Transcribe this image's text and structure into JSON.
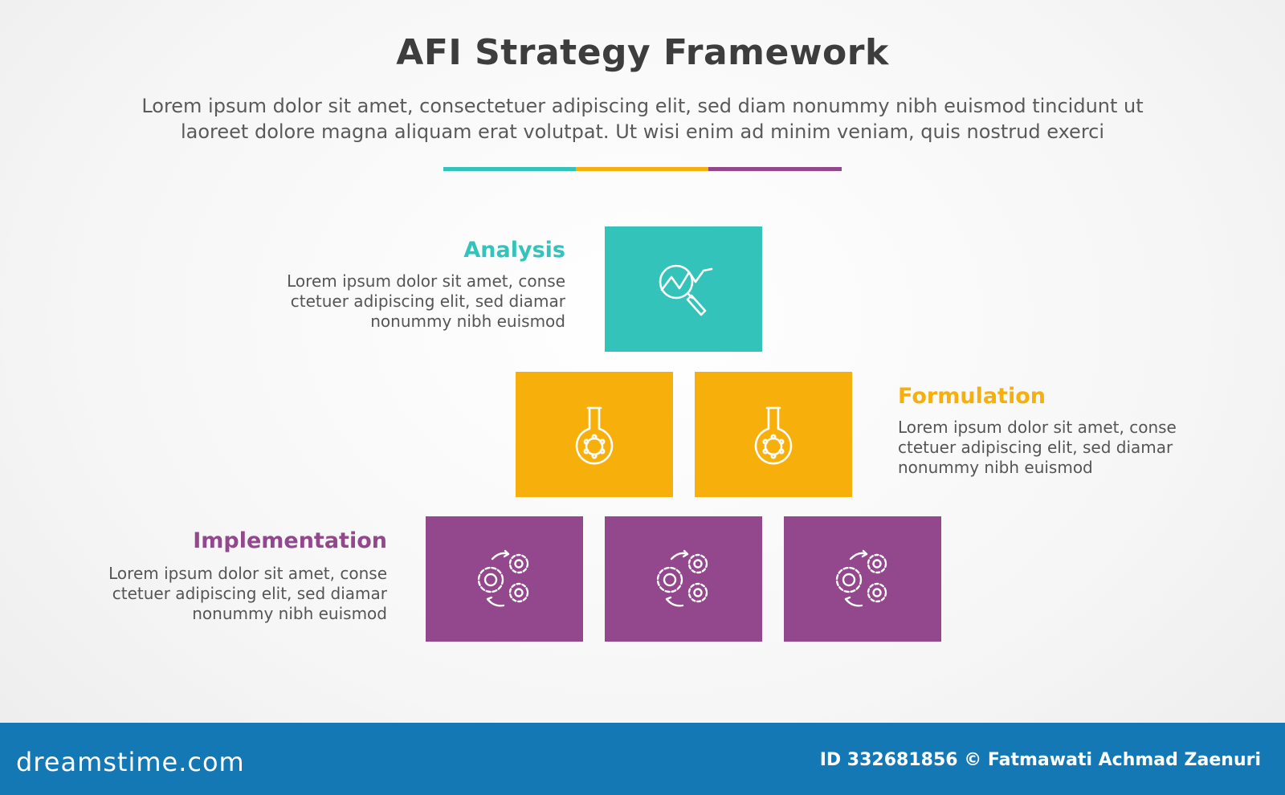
{
  "title": "AFI Strategy Framework",
  "subtitle_line1": "Lorem ipsum dolor sit amet, consectetuer adipiscing elit, sed diam nonummy nibh euismod tincidunt ut",
  "subtitle_line2": "laoreet dolore magna aliquam erat volutpat. Ut wisi enim ad minim veniam, quis nostrud exerci",
  "colors": {
    "analysis": "#33c3bb",
    "formulation": "#f7b00b",
    "implementation": "#93478d",
    "footer": "#1478b4"
  },
  "sections": {
    "analysis": {
      "title": "Analysis",
      "line1": "Lorem ipsum dolor sit amet, conse",
      "line2": "ctetuer adipiscing elit, sed diamar",
      "line3": "nonummy nibh euismod",
      "icon": "chart-magnifier-icon",
      "box_count": 1
    },
    "formulation": {
      "title": "Formulation",
      "line1": "Lorem ipsum dolor sit amet, conse",
      "line2": "ctetuer adipiscing elit, sed diamar",
      "line3": "nonummy nibh euismod",
      "icon": "flask-icon",
      "box_count": 2
    },
    "implementation": {
      "title": "Implementation",
      "line1": "Lorem ipsum dolor sit amet, conse",
      "line2": "ctetuer adipiscing elit, sed diamar",
      "line3": "nonummy nibh euismod",
      "icon": "gears-icon",
      "box_count": 3
    }
  },
  "footer": {
    "logo": "dreamstime.com",
    "credit": "ID 332681856 © Fatmawati  Achmad Zaenuri"
  }
}
